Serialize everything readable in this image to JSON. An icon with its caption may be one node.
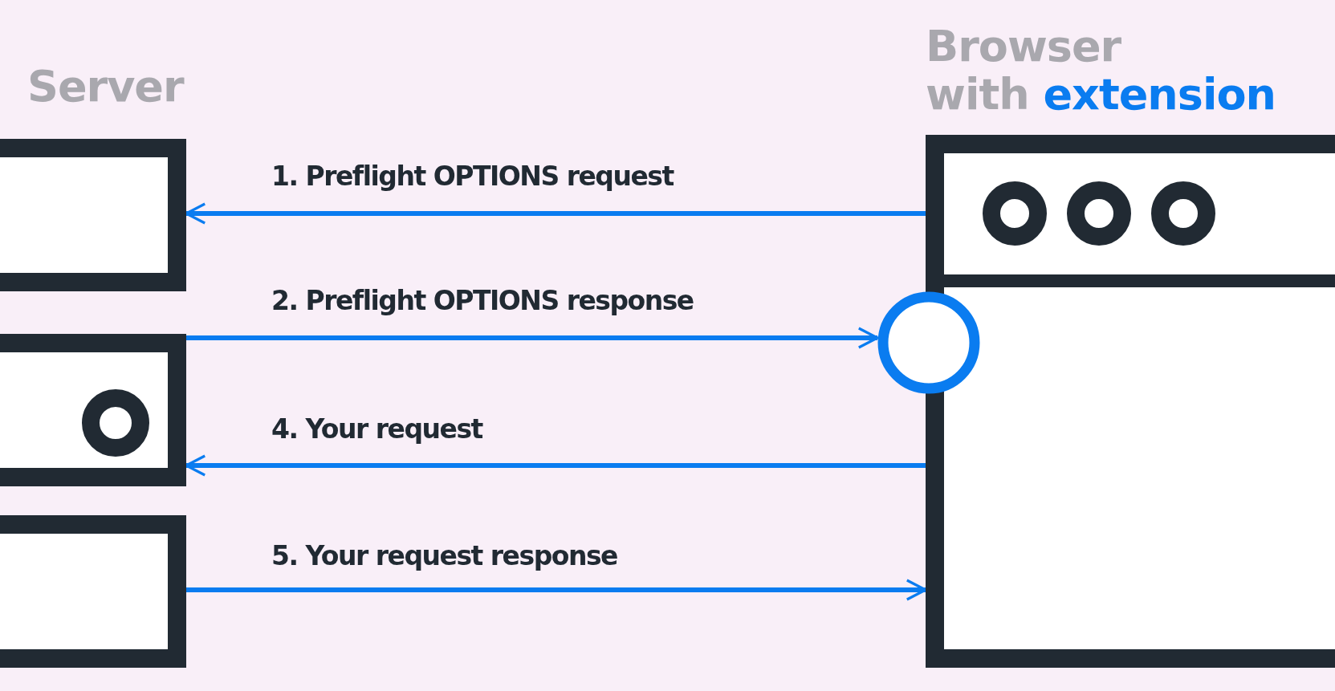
{
  "diagram": {
    "nodes": [
      {
        "text": [
          "Server"
        ]
      },
      {
        "text": [],
        "shape": "box",
        "in": 0
      },
      {
        "text": [],
        "shape": "box",
        "in": 0
      },
      {
        "text": [],
        "shape": "box",
        "in": 0
      },
      {
        "text": [
          "Browser with extension"
        ]
      },
      {
        "text": [],
        "shape": "circle"
      }
    ],
    "edges": [
      {
        "from": 4,
        "to": 1,
        "arrow": "to",
        "label": "1. Preflight OPTIONS request"
      },
      {
        "from": 2,
        "to": 5,
        "arrow": "to",
        "label": "2. Preflight OPTIONS response"
      },
      {
        "from": 4,
        "to": 2,
        "arrow": "to",
        "label": "4. Your request"
      },
      {
        "from": 3,
        "to": 4,
        "arrow": "to",
        "label": "5. Your request response"
      }
    ]
  }
}
